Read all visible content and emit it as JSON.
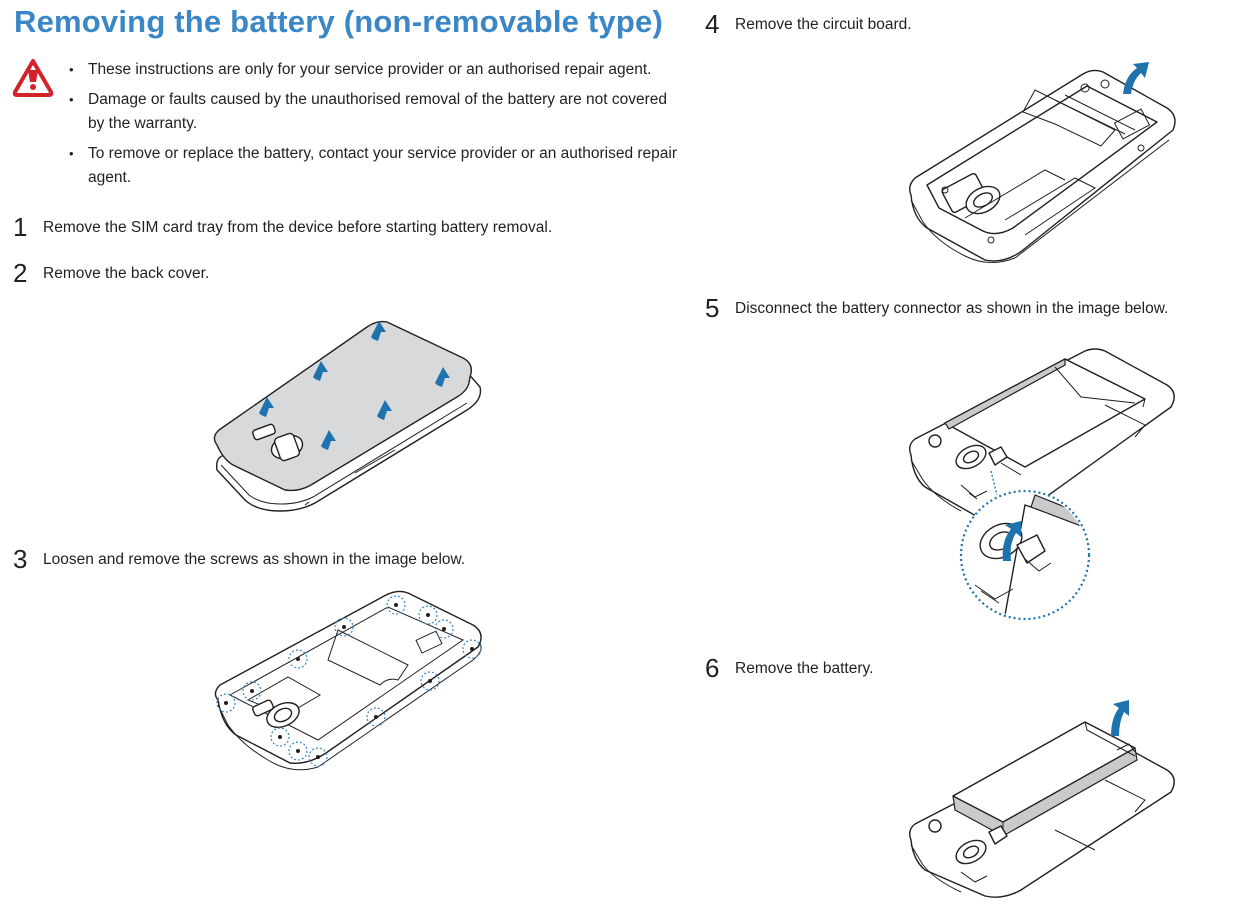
{
  "page": {
    "title": "Removing the battery (non-removable type)"
  },
  "warning": {
    "icon": "warning-triangle-icon",
    "color": "#d3232a",
    "notes": [
      "These instructions are only for your service provider or an authorised repair agent.",
      "Damage or faults caused by the unauthorised removal of the battery are not covered by the warranty.",
      "To remove or replace the battery, contact your service provider or an authorised repair agent."
    ]
  },
  "steps": [
    {
      "number": "1",
      "text": "Remove the SIM card tray from the device before starting battery removal."
    },
    {
      "number": "2",
      "text": "Remove the back cover."
    },
    {
      "number": "3",
      "text": "Loosen and remove the screws as shown in the image below."
    },
    {
      "number": "4",
      "text": "Remove the circuit board."
    },
    {
      "number": "5",
      "text": "Disconnect the battery connector as shown in the image below."
    },
    {
      "number": "6",
      "text": "Remove the battery."
    }
  ],
  "colors": {
    "title": "#3b86c6",
    "arrow": "#1f73ad",
    "text": "#231f20"
  }
}
